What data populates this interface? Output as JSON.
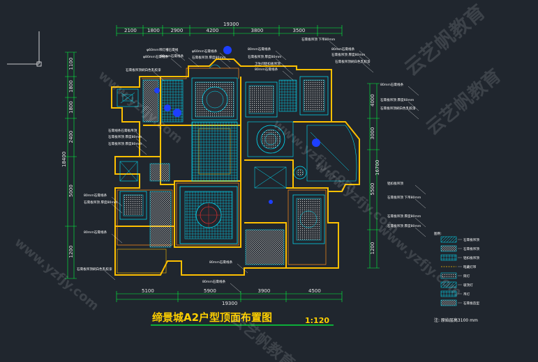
{
  "colors": {
    "background": "#20262e",
    "dimension_line": "#00ff40",
    "wall": "#ffc000",
    "ceiling_pattern": "#00e5ff",
    "title": "#ffd000",
    "lamp": "#1d3fff"
  },
  "dimensions": {
    "top_total": "19300",
    "top_segments": [
      "2100",
      "1800",
      "2900",
      "4200",
      "3800",
      "3500"
    ],
    "bottom_total": "19300",
    "bottom_segments": [
      "5100",
      "5900",
      "3900",
      "4500"
    ],
    "left_total": "18400",
    "left_segments": [
      "1100",
      "1800",
      "1800",
      "2400",
      "5000",
      "1200"
    ],
    "right_segments": [
      "4000",
      "3000",
      "5500",
      "1200"
    ],
    "right_total": "16700"
  },
  "notes": [
    "φ60mm带灯槽石膏线",
    "φ80mm石膏线条",
    "石膏板吊顶刷白色乳胶漆",
    "80mm石膏线条",
    "φ60mm石膏线条",
    "石膏板吊顶 厚度80mm",
    "80mm石膏线条",
    "石膏板吊顶 厚度80mm",
    "卫生间铝扣板吊顶",
    "80mm石膏线条",
    "石膏板吊顶 下吊80mm",
    "80mm石膏线条",
    "石膏板吊顶 厚度80mm",
    "石膏板吊顶刷白色乳胶漆",
    "80mm石膏线条",
    "石膏板吊顶 厚度60mm",
    "石膏板吊顶刷白色乳胶漆",
    "石膏线条石膏板吊顶",
    "石膏板吊顶 厚度80mm",
    "石膏板吊顶 厚度80mm",
    "80mm石膏线条",
    "石膏板吊顶 厚度80mm",
    "80mm石膏线条",
    "石膏板吊顶刷白色乳胶漆",
    "铝扣板吊顶",
    "石膏板吊顶 下吊80mm",
    "石膏板吊顶 厚度80mm",
    "石膏板吊顶 厚度80mm",
    "80mm石膏线条",
    "80mm石膏线条"
  ],
  "legend": {
    "title": "图例:",
    "items": [
      "石膏板吊顶",
      "石膏板吊顶",
      "铝扣板吊顶",
      "暗藏灯带",
      "筒灯",
      "吸顶灯",
      "吊灯",
      "石膏板造型"
    ],
    "note": "注: 原始层高3100 mm"
  },
  "title": {
    "main": "缔景城A2户型顶面布置图",
    "scale": "1:120"
  },
  "watermarks": [
    "云艺帆教育",
    "www.yzfjy.com",
    "www.yzfjy.com",
    "云艺帆教育",
    "www.yzfjy.com",
    "www.yzfjy.com",
    "云艺帆教育",
    "www.yzfjy.com"
  ]
}
